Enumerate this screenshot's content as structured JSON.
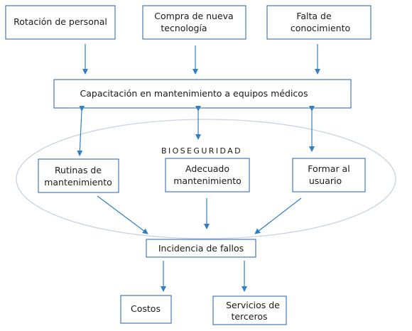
{
  "diagram": {
    "nodes": {
      "rotacion": "Rotación de personal",
      "compra_line1": "Compra de nueva",
      "compra_line2": "tecnología",
      "falta_line1": "Falta de",
      "falta_line2": "conocimiento",
      "capacitacion": "Capacitación en mantenimiento a equipos médicos",
      "rutinas_line1": "Rutinas de",
      "rutinas_line2": "mantenimiento",
      "adecuado_line1": "Adecuado",
      "adecuado_line2": "mantenimiento",
      "formar_line1": "Formar al",
      "formar_line2": "usuario",
      "incidencia": "Incidencia de fallos",
      "costos": "Costos",
      "servicios_line1": "Servicios de",
      "servicios_line2": "terceros"
    },
    "region_label": "BIOSEGURIDAD",
    "colors": {
      "box_border": "#1f5fa8",
      "arrow": "#2f7fc8",
      "region_outline": "#c8d3e0"
    }
  }
}
